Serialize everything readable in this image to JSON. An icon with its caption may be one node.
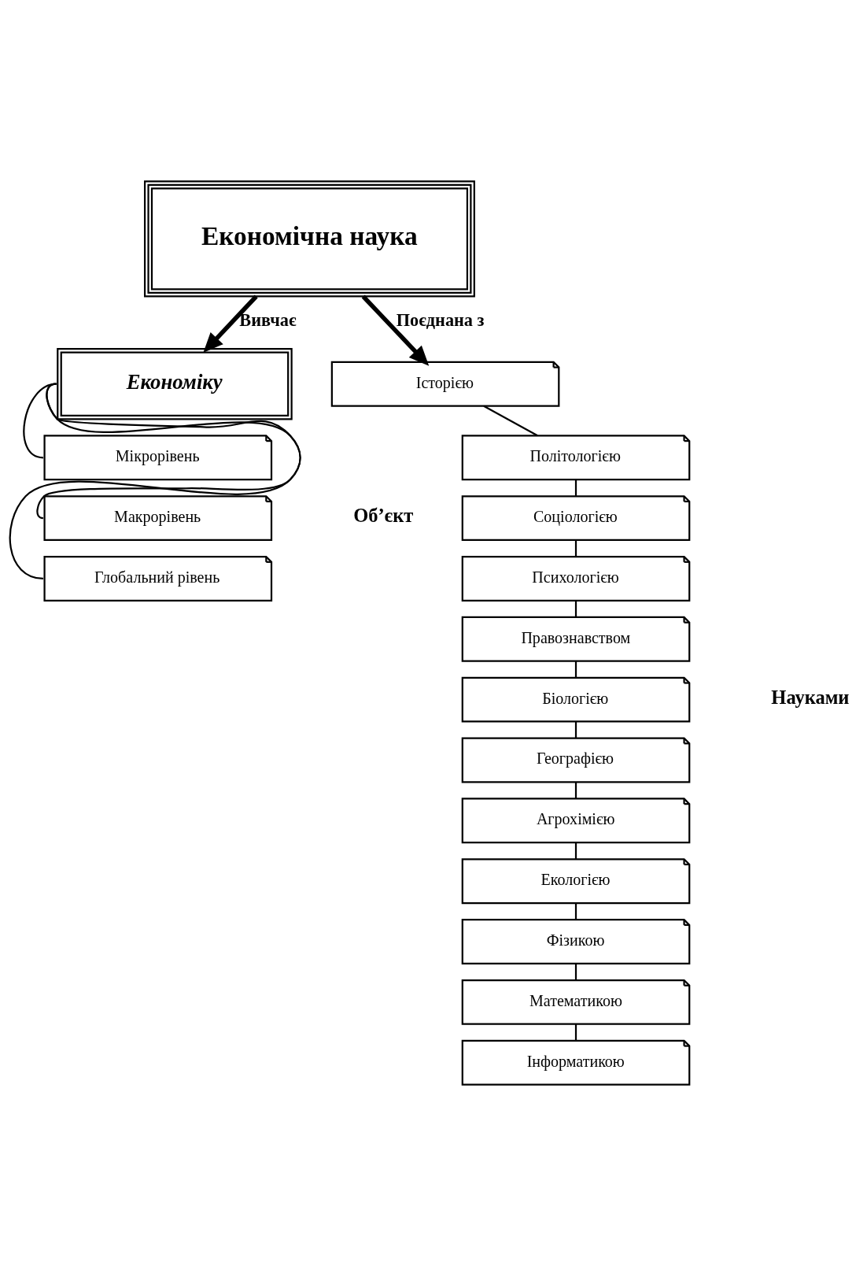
{
  "diagram": {
    "nodes": [
      {
        "text": [
          "Економічна наука"
        ]
      },
      {
        "text": [
          "Економіку"
        ]
      },
      {
        "text": [
          "Мікрорівень"
        ]
      },
      {
        "text": [
          "Макрорівень"
        ]
      },
      {
        "text": [
          "Глобальний рівень"
        ]
      },
      {
        "text": [
          "Історією"
        ]
      },
      {
        "text": [
          "Політологією"
        ]
      },
      {
        "text": [
          "Соціологією"
        ]
      },
      {
        "text": [
          "Психологією"
        ]
      },
      {
        "text": [
          "Правознавством"
        ]
      },
      {
        "text": [
          "Біологією"
        ]
      },
      {
        "text": [
          "Географією"
        ]
      },
      {
        "text": [
          "Агрохімією"
        ]
      },
      {
        "text": [
          "Екологією"
        ]
      },
      {
        "text": [
          "Фізикою"
        ]
      },
      {
        "text": [
          "Математикою"
        ]
      },
      {
        "text": [
          "Інформатикою"
        ]
      }
    ],
    "edges": [
      {
        "from": 0,
        "to": 1,
        "arrow": "to",
        "label": "Вивчає",
        "style": "thick"
      },
      {
        "from": 0,
        "to": 5,
        "arrow": "to",
        "label": "Поєднана з",
        "style": "thick"
      },
      {
        "from": 1,
        "to": 2,
        "arrow": "none"
      },
      {
        "from": 1,
        "to": 3,
        "arrow": "none"
      },
      {
        "from": 1,
        "to": 4,
        "arrow": "none"
      },
      {
        "from": 5,
        "to": 6,
        "arrow": "none"
      },
      {
        "from": 6,
        "to": 7,
        "arrow": "none"
      },
      {
        "from": 7,
        "to": 8,
        "arrow": "none"
      },
      {
        "from": 8,
        "to": 9,
        "arrow": "none"
      },
      {
        "from": 9,
        "to": 10,
        "arrow": "none"
      },
      {
        "from": 10,
        "to": 11,
        "arrow": "none"
      },
      {
        "from": 11,
        "to": 12,
        "arrow": "none"
      },
      {
        "from": 12,
        "to": 13,
        "arrow": "none"
      },
      {
        "from": 13,
        "to": 14,
        "arrow": "none"
      },
      {
        "from": 14,
        "to": 15,
        "arrow": "none"
      },
      {
        "from": 15,
        "to": 16,
        "arrow": "none"
      }
    ],
    "labels": [
      "Об’єкт",
      "Науками"
    ]
  }
}
